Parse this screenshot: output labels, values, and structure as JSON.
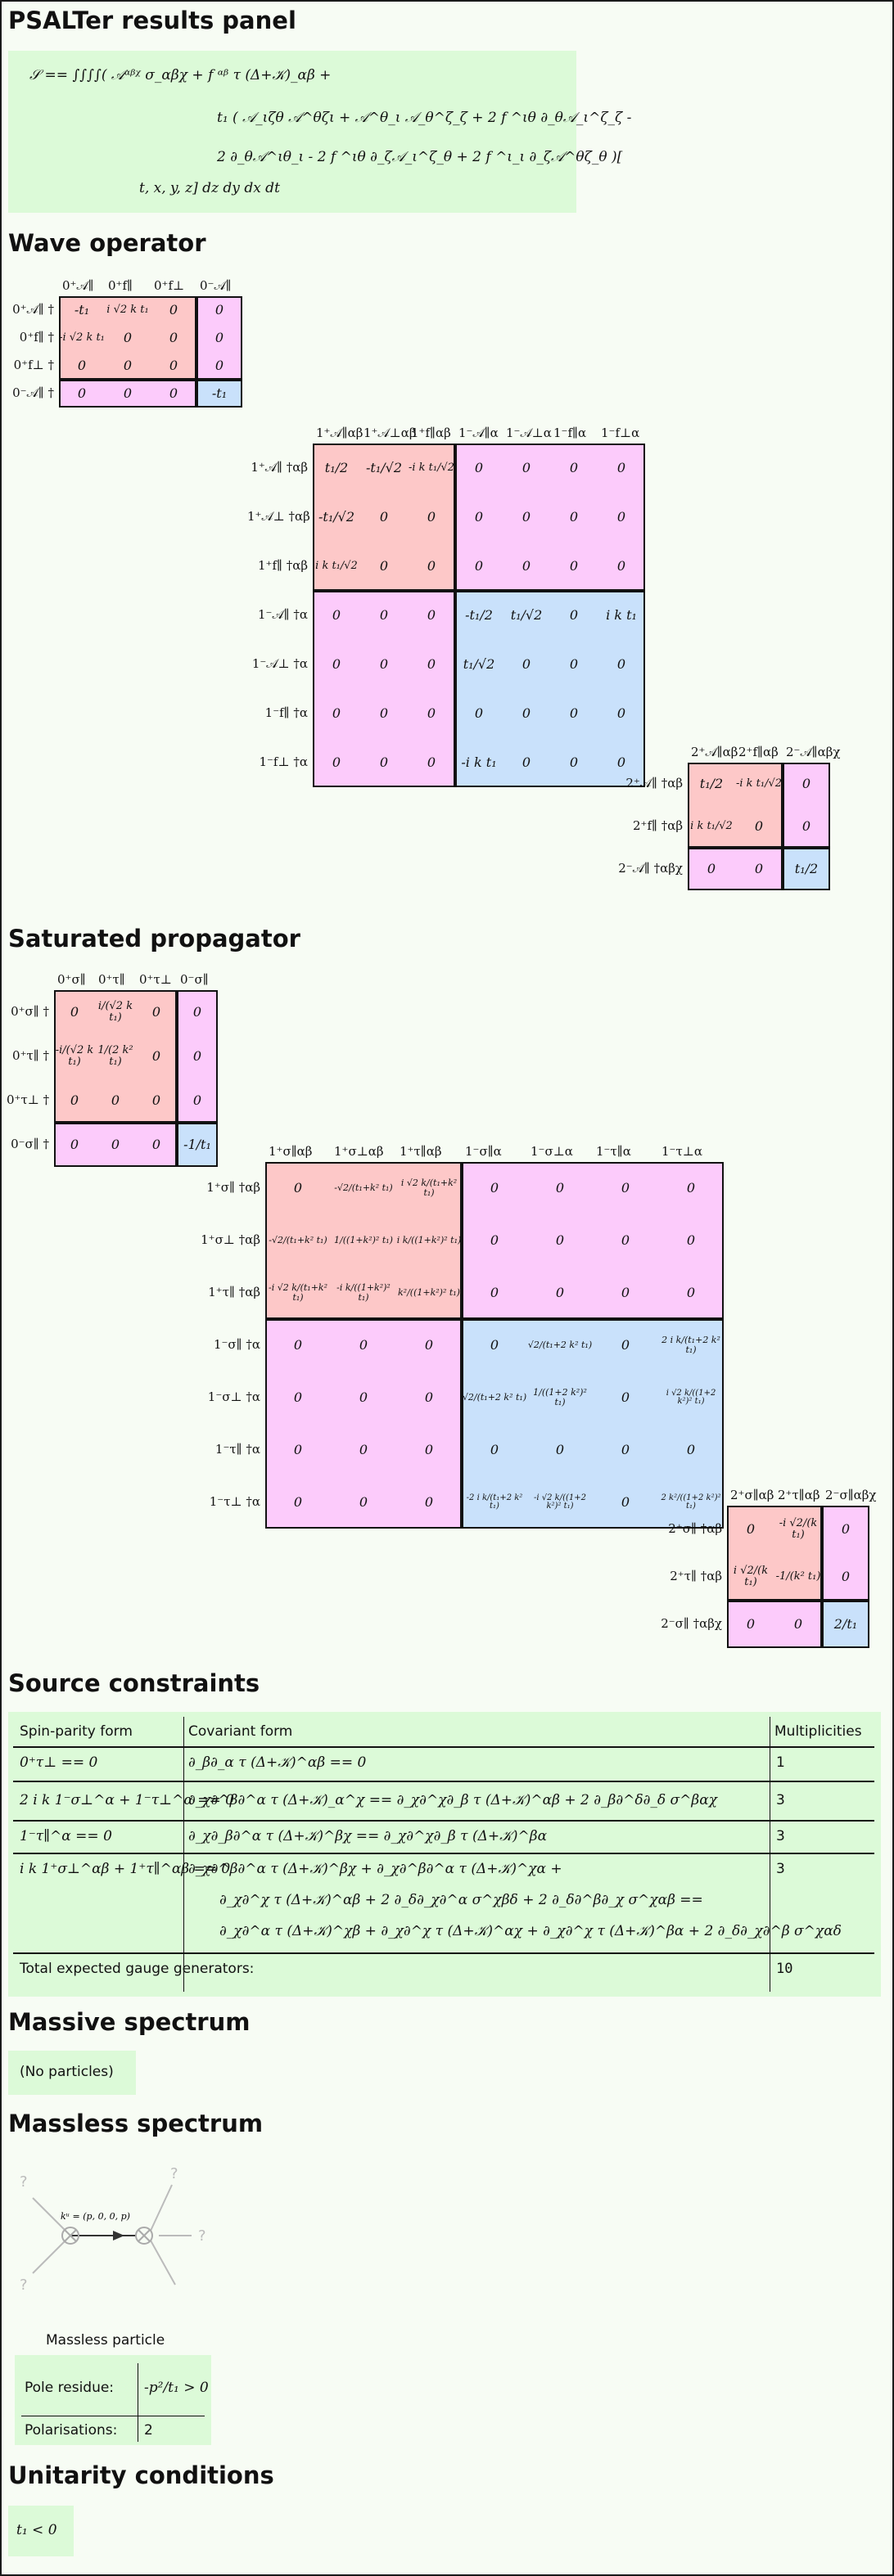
{
  "panel_title": "PSALTer results panel",
  "lagrangian": {
    "line1": "𝒮 == ∫∫∫∫( 𝒜ᵅᵝᵡ  σ_αβχ  + f ᵅᵝ  τ (Δ+𝒦)_αβ +",
    "line2": "t₁ ( 𝒜_ιζθ 𝒜^θζι + 𝒜^θ_ι 𝒜_θ^ζ_ζ + 2 f ^ιθ ∂_θ𝒜_ι^ζ_ζ -",
    "line3": "2 ∂_θ𝒜^ιθ_ι - 2 f ^ιθ ∂_ζ𝒜_ι^ζ_θ + 2 f ^ι_ι ∂_ζ𝒜^θζ_θ )[",
    "line4": "t, x, y, z] dz dy dx dt"
  },
  "sections": {
    "wave": "Wave operator",
    "prop": "Saturated propagator",
    "source": "Source constraints",
    "massive": "Massive spectrum",
    "massless": "Massless spectrum",
    "unitarity": "Unitarity conditions"
  },
  "wave": {
    "b0": {
      "cols": [
        "0⁺𝒜∥",
        "0⁺f∥",
        "0⁺f⊥",
        "0⁻𝒜∥"
      ],
      "rows": [
        "0⁺𝒜∥ †",
        "0⁺f∥ †",
        "0⁺f⊥ †",
        "0⁻𝒜∥ †"
      ],
      "cells": [
        [
          "-t₁",
          "i √2 k t₁",
          "0",
          "0"
        ],
        [
          "-i √2 k t₁",
          "0",
          "0",
          "0"
        ],
        [
          "0",
          "0",
          "0",
          "0"
        ],
        [
          "0",
          "0",
          "0",
          "-t₁"
        ]
      ]
    },
    "b1": {
      "cols": [
        "1⁺𝒜∥αβ",
        "1⁺𝒜⊥αβ",
        "1⁺f∥αβ",
        "1⁻𝒜∥α",
        "1⁻𝒜⊥α",
        "1⁻f∥α",
        "1⁻f⊥α"
      ],
      "rows": [
        "1⁺𝒜∥ †αβ",
        "1⁺𝒜⊥ †αβ",
        "1⁺f∥ †αβ",
        "1⁻𝒜∥ †α",
        "1⁻𝒜⊥ †α",
        "1⁻f∥ †α",
        "1⁻f⊥ †α"
      ],
      "cells": [
        [
          "t₁/2",
          "-t₁/√2",
          "-i k t₁/√2",
          "0",
          "0",
          "0",
          "0"
        ],
        [
          "-t₁/√2",
          "0",
          "0",
          "0",
          "0",
          "0",
          "0"
        ],
        [
          "i k t₁/√2",
          "0",
          "0",
          "0",
          "0",
          "0",
          "0"
        ],
        [
          "0",
          "0",
          "0",
          "-t₁/2",
          "t₁/√2",
          "0",
          "i k t₁"
        ],
        [
          "0",
          "0",
          "0",
          "t₁/√2",
          "0",
          "0",
          "0"
        ],
        [
          "0",
          "0",
          "0",
          "0",
          "0",
          "0",
          "0"
        ],
        [
          "0",
          "0",
          "0",
          "-i k t₁",
          "0",
          "0",
          "0"
        ]
      ]
    },
    "b2": {
      "cols": [
        "2⁺𝒜∥αβ",
        "2⁺f∥αβ",
        "2⁻𝒜∥αβχ"
      ],
      "rows": [
        "2⁺𝒜∥ †αβ",
        "2⁺f∥ †αβ",
        "2⁻𝒜∥ †αβχ"
      ],
      "cells": [
        [
          "t₁/2",
          "-i k t₁/√2",
          "0"
        ],
        [
          "i k t₁/√2",
          "0",
          "0"
        ],
        [
          "0",
          "0",
          "t₁/2"
        ]
      ]
    }
  },
  "prop": {
    "b0": {
      "cols": [
        "0⁺σ∥",
        "0⁺τ∥",
        "0⁺τ⊥",
        "0⁻σ∥"
      ],
      "rows": [
        "0⁺σ∥ †",
        "0⁺τ∥ †",
        "0⁺τ⊥ †",
        "0⁻σ∥ †"
      ],
      "cells": [
        [
          "0",
          "i/(√2 k t₁)",
          "0",
          "0"
        ],
        [
          "-i/(√2 k t₁)",
          "1/(2 k² t₁)",
          "0",
          "0"
        ],
        [
          "0",
          "0",
          "0",
          "0"
        ],
        [
          "0",
          "0",
          "0",
          "-1/t₁"
        ]
      ]
    },
    "b1": {
      "cols": [
        "1⁺σ∥αβ",
        "1⁺σ⊥αβ",
        "1⁺τ∥αβ",
        "1⁻σ∥α",
        "1⁻σ⊥α",
        "1⁻τ∥α",
        "1⁻τ⊥α"
      ],
      "rows": [
        "1⁺σ∥ †αβ",
        "1⁺σ⊥ †αβ",
        "1⁺τ∥ †αβ",
        "1⁻σ∥ †α",
        "1⁻σ⊥ †α",
        "1⁻τ∥ †α",
        "1⁻τ⊥ †α"
      ],
      "cells": [
        [
          "0",
          "-√2/(t₁+k² t₁)",
          "i √2 k/(t₁+k² t₁)",
          "0",
          "0",
          "0",
          "0"
        ],
        [
          "-√2/(t₁+k² t₁)",
          "1/((1+k²)² t₁)",
          "i k/((1+k²)² t₁)",
          "0",
          "0",
          "0",
          "0"
        ],
        [
          "-i √2 k/(t₁+k² t₁)",
          "-i k/((1+k²)² t₁)",
          "k²/((1+k²)² t₁)",
          "0",
          "0",
          "0",
          "0"
        ],
        [
          "0",
          "0",
          "0",
          "0",
          "√2/(t₁+2 k² t₁)",
          "0",
          "2 i k/(t₁+2 k² t₁)"
        ],
        [
          "0",
          "0",
          "0",
          "√2/(t₁+2 k² t₁)",
          "1/((1+2 k²)² t₁)",
          "0",
          "i √2 k/((1+2 k²)² t₁)"
        ],
        [
          "0",
          "0",
          "0",
          "0",
          "0",
          "0",
          "0"
        ],
        [
          "0",
          "0",
          "0",
          "-2 i k/(t₁+2 k² t₁)",
          "-i √2 k/((1+2 k²)² t₁)",
          "0",
          "2 k²/((1+2 k²)² t₁)"
        ]
      ]
    },
    "b2": {
      "cols": [
        "2⁺σ∥αβ",
        "2⁺τ∥αβ",
        "2⁻σ∥αβχ"
      ],
      "rows": [
        "2⁺σ∥ †αβ",
        "2⁺τ∥ †αβ",
        "2⁻σ∥ †αβχ"
      ],
      "cells": [
        [
          "0",
          "-i √2/(k t₁)",
          "0"
        ],
        [
          "i √2/(k t₁)",
          "-1/(k² t₁)",
          "0"
        ],
        [
          "0",
          "0",
          "2/t₁"
        ]
      ]
    }
  },
  "source": {
    "headers": [
      "Spin-parity form",
      "Covariant form",
      "Multiplicities"
    ],
    "rows": [
      {
        "sp": "0⁺τ⊥ == 0",
        "cov": [
          "∂_β∂_α τ (Δ+𝒦)^αβ == 0"
        ],
        "mult": "1"
      },
      {
        "sp": "2 i k 1⁻σ⊥^α + 1⁻τ⊥^α == 0",
        "cov": [
          "∂_χ∂^β∂^α τ (Δ+𝒦)_α^χ == ∂_χ∂^χ∂_β τ (Δ+𝒦)^αβ + 2 ∂_β∂^δ∂_δ σ^βαχ"
        ],
        "mult": "3"
      },
      {
        "sp": "1⁻τ∥^α == 0",
        "cov": [
          "∂_χ∂_β∂^α τ (Δ+𝒦)^βχ == ∂_χ∂^χ∂_β τ (Δ+𝒦)^βα"
        ],
        "mult": "3"
      },
      {
        "sp": "i k 1⁺σ⊥^αβ + 1⁺τ∥^αβ == 0",
        "cov": [
          "∂_χ∂^β∂^α τ (Δ+𝒦)^βχ + ∂_χ∂^β∂^α τ (Δ+𝒦)^χα +",
          "∂_χ∂^χ τ (Δ+𝒦)^αβ + 2 ∂_δ∂_χ∂^α σ^χβδ + 2 ∂_δ∂^β∂_χ σ^χαβ ==",
          "∂_χ∂^α τ (Δ+𝒦)^χβ + ∂_χ∂^χ τ (Δ+𝒦)^αχ + ∂_χ∂^χ τ (Δ+𝒦)^βα + 2 ∂_δ∂_χ∂^β σ^χαδ"
        ],
        "mult": "3"
      }
    ],
    "total_label": "Total expected gauge generators:",
    "total_value": "10"
  },
  "massive_text": "(No particles)",
  "massless": {
    "momentum": "kᵘ = (p, 0, 0, p)",
    "q1": "?",
    "q2": "?",
    "q3": "?",
    "q4": "?",
    "caption": "Massless particle",
    "pole_label": "Pole residue:",
    "pole_value": "-p²/t₁ > 0",
    "pol_label": "Polarisations:",
    "pol_value": "2"
  },
  "unitarity_text": "t₁ < 0"
}
